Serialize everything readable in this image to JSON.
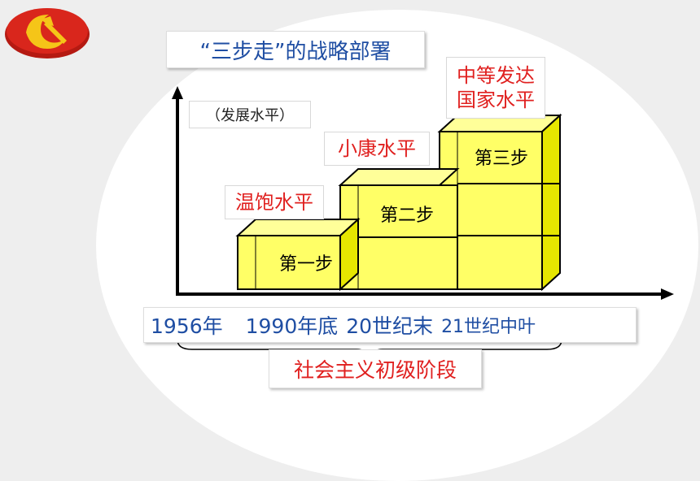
{
  "title": "“三步走”的战略部署",
  "y_axis_label": "（发展水平）",
  "levels": [
    "温饱水平",
    "小康水平",
    "中等发达国家水平"
  ],
  "level3_lines": [
    "中等发达",
    "国家水平"
  ],
  "steps": [
    "第一步",
    "第二步",
    "第三步"
  ],
  "years": [
    "1956年",
    "1990年底",
    "20世纪末",
    "21世纪中叶"
  ],
  "stage": "社会主义初级阶段",
  "colors": {
    "block_front": "#ffff66",
    "block_top": "#ffff99",
    "block_side": "#e6e600",
    "label_red": "#e0201f",
    "text_blue": "#1f4ea3",
    "logo_red": "#d9261c",
    "logo_yellow": "#f5c518"
  },
  "icons": [
    "party-emblem-icon"
  ]
}
